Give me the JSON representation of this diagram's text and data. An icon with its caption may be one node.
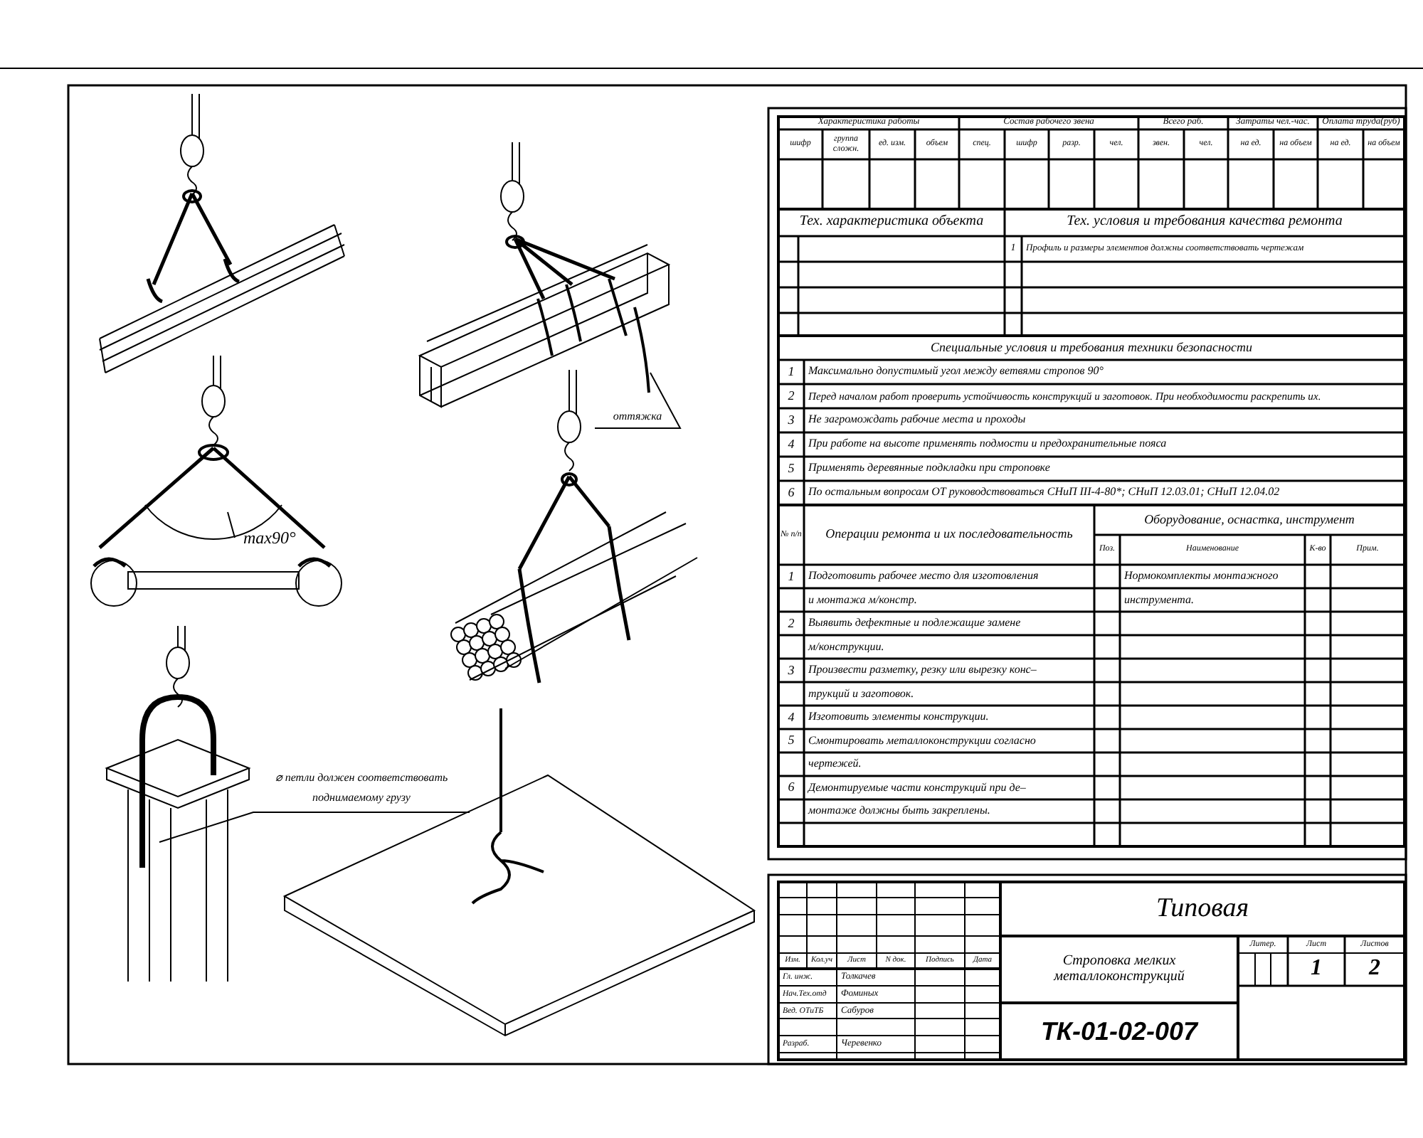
{
  "diagram": {
    "nodes": [
      {
        "text": [
          "оттяжка"
        ]
      },
      {
        "text": [
          "⌀ петли должен соответствовать поднимаемому грузу"
        ]
      }
    ],
    "edges": [
      {
        "from": 0,
        "to": null,
        "arrow": "none"
      },
      {
        "from": 1,
        "to": null,
        "arrow": "none"
      }
    ],
    "labels": [
      "max90°",
      "Характеристика работы",
      "Состав рабочего звена",
      "Всего раб.",
      "Затраты чел.-час.",
      "Оплата труда(руб)",
      "шифр",
      "группа сложн.",
      "ед. изм.",
      "объем",
      "спец.",
      "шифр",
      "разр.",
      "чел.",
      "звен.",
      "чел.",
      "на ед.",
      "на объем",
      "на ед.",
      "на объем",
      "Тех. характеристика объекта",
      "Тех. условия и требования качества ремонта",
      "1",
      "Профиль и размеры элементов должны соответствовать чертежам",
      "Специальные условия и требования техники безопасности",
      "1",
      "Максимально допустимый угол между ветвями стропов 90°",
      "2",
      "Перед началом работ проверить устойчивость конструкций и заготовок. При необходимости раскрепить их.",
      "3",
      "Не загромождать рабочие места и проходы",
      "4",
      "При работе на высоте применять подмости и предохранительные пояса",
      "5",
      "Применять деревянные подкладки при строповке",
      "6",
      "По остальным вопросам ОТ руководствоваться СНиП III-4-80*; СНиП 12.03.01; СНиП 12.04.02",
      "№ п/п",
      "Операции ремонта и их последовательность",
      "Оборудование, оснастка, инструмент",
      "Поз.",
      "Наименование",
      "К-во",
      "Прим.",
      "1",
      "Подготовить рабочее место для изготовления",
      "Нормокомплекты монтажного",
      "и монтажа м/констр.",
      "инструмента.",
      "2",
      "Выявить дефектные и подлежащие замене",
      "м/конструкции.",
      "3",
      "Произвести разметку, резку или вырезку конс–",
      "трукций и заготовок.",
      "4",
      "Изготовить элементы конструкции.",
      "5",
      "Смонтировать металлоконструкции согласно",
      "чертежей.",
      "6",
      "Демонтируемые части конструкций при де–",
      "монтаже должны быть закреплены.",
      "Типовая",
      "Строповка мелких металлоконструкций",
      "Литер.",
      "Лист",
      "Листов",
      "1",
      "2",
      "Изм.",
      "Кол.уч",
      "Лист",
      "N док.",
      "Подпись",
      "Дата",
      "Гл. инж.",
      "Толкачев",
      "Нач.Тех.отд",
      "Фоминых",
      "Вед. ОТиТБ",
      "Сабуров",
      "Разраб.",
      "Черевенко",
      "ТК-01-02-007"
    ]
  }
}
